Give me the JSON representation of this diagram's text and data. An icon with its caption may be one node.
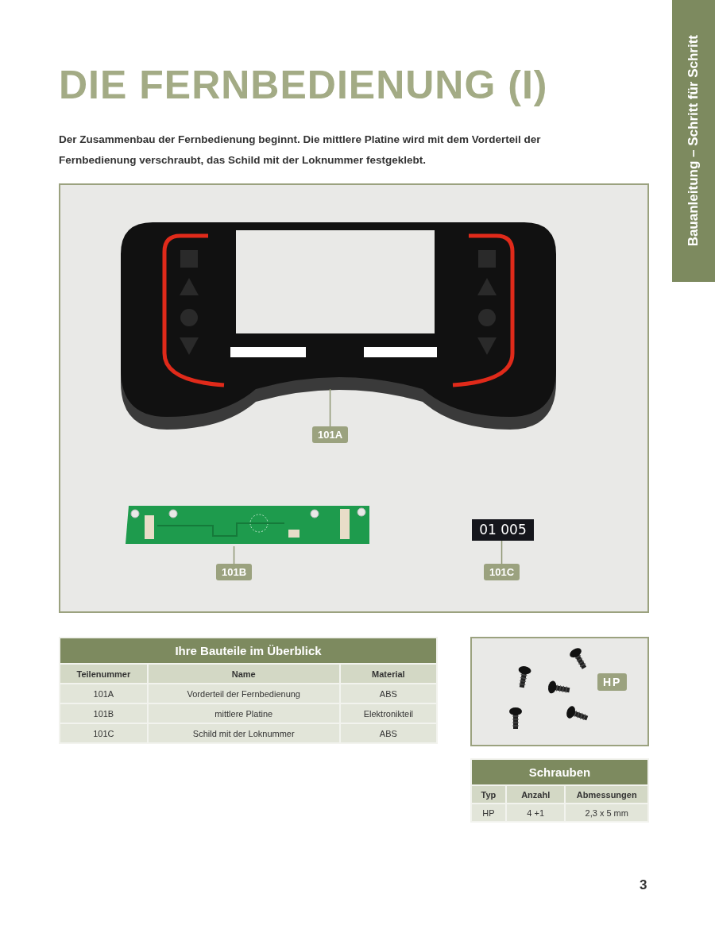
{
  "diagram": {
    "title": "DIE FERNBEDIENUNG (I)",
    "nodes": [
      {
        "text": [],
        "shape": "picture"
      },
      {
        "text": [
          "101A"
        ]
      },
      {
        "text": [],
        "shape": "picture"
      },
      {
        "text": [
          "101B"
        ]
      },
      {
        "text": [
          "01 005"
        ]
      },
      {
        "text": [
          "101C"
        ]
      }
    ],
    "edges": [
      {
        "from": 1,
        "to": 0,
        "arrow": "none"
      },
      {
        "from": 3,
        "to": 2,
        "arrow": "none"
      },
      {
        "from": 5,
        "to": 4,
        "arrow": "none"
      }
    ],
    "labels": [
      "Bauanleitung – Schritt für Schritt",
      "Der Zusammenbau der Fernbedienung beginnt. Die mittlere Platine wird mit dem Vorderteil der Fernbedienung verschraubt, das Schild mit der Loknummer festgeklebt.",
      "Ihre Bauteile im Überblick",
      "Teilenummer",
      "Name",
      "Material",
      "101A",
      "Vorderteil der Fernbedienung",
      "ABS",
      "101B",
      "mittlere Platine",
      "Elektronikteil",
      "101C",
      "Schild mit der Loknummer",
      "ABS",
      "HP",
      "Schrauben",
      "Typ",
      "Anzahl",
      "Abmessungen",
      "HP",
      "4 +1",
      "2,3 x 5 mm",
      "3"
    ]
  }
}
